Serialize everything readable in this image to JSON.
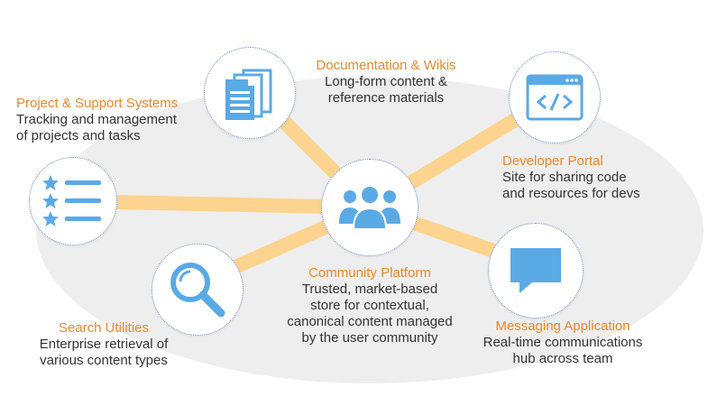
{
  "colors": {
    "accent_orange": "#e8892a",
    "icon_blue": "#5aaae6",
    "connector": "#fcd48f",
    "backdrop": "#eeeeee",
    "text": "#333333"
  },
  "center": {
    "icon": "people-group-icon",
    "title": "Community Platform",
    "desc_lines": [
      "Trusted, market-based",
      "store for contextual,",
      "canonical content managed",
      "by the user community"
    ]
  },
  "nodes": {
    "documentation": {
      "icon": "documents-icon",
      "title": "Documentation & Wikis",
      "desc_lines": [
        "Long-form content &",
        "reference materials"
      ]
    },
    "project": {
      "icon": "starred-list-icon",
      "title": "Project & Support Systems",
      "desc_lines": [
        "Tracking and management",
        "of projects and tasks"
      ]
    },
    "developer": {
      "icon": "code-window-icon",
      "title": "Developer Portal",
      "desc_lines": [
        "Site for sharing code",
        "and resources for devs"
      ]
    },
    "search": {
      "icon": "magnifier-icon",
      "title": "Search Utilities",
      "desc_lines": [
        "Enterprise retrieval of",
        "various content types"
      ]
    },
    "messaging": {
      "icon": "chat-bubble-icon",
      "title": "Messaging Application",
      "desc_lines": [
        "Real-time communications",
        "hub across team"
      ]
    }
  }
}
